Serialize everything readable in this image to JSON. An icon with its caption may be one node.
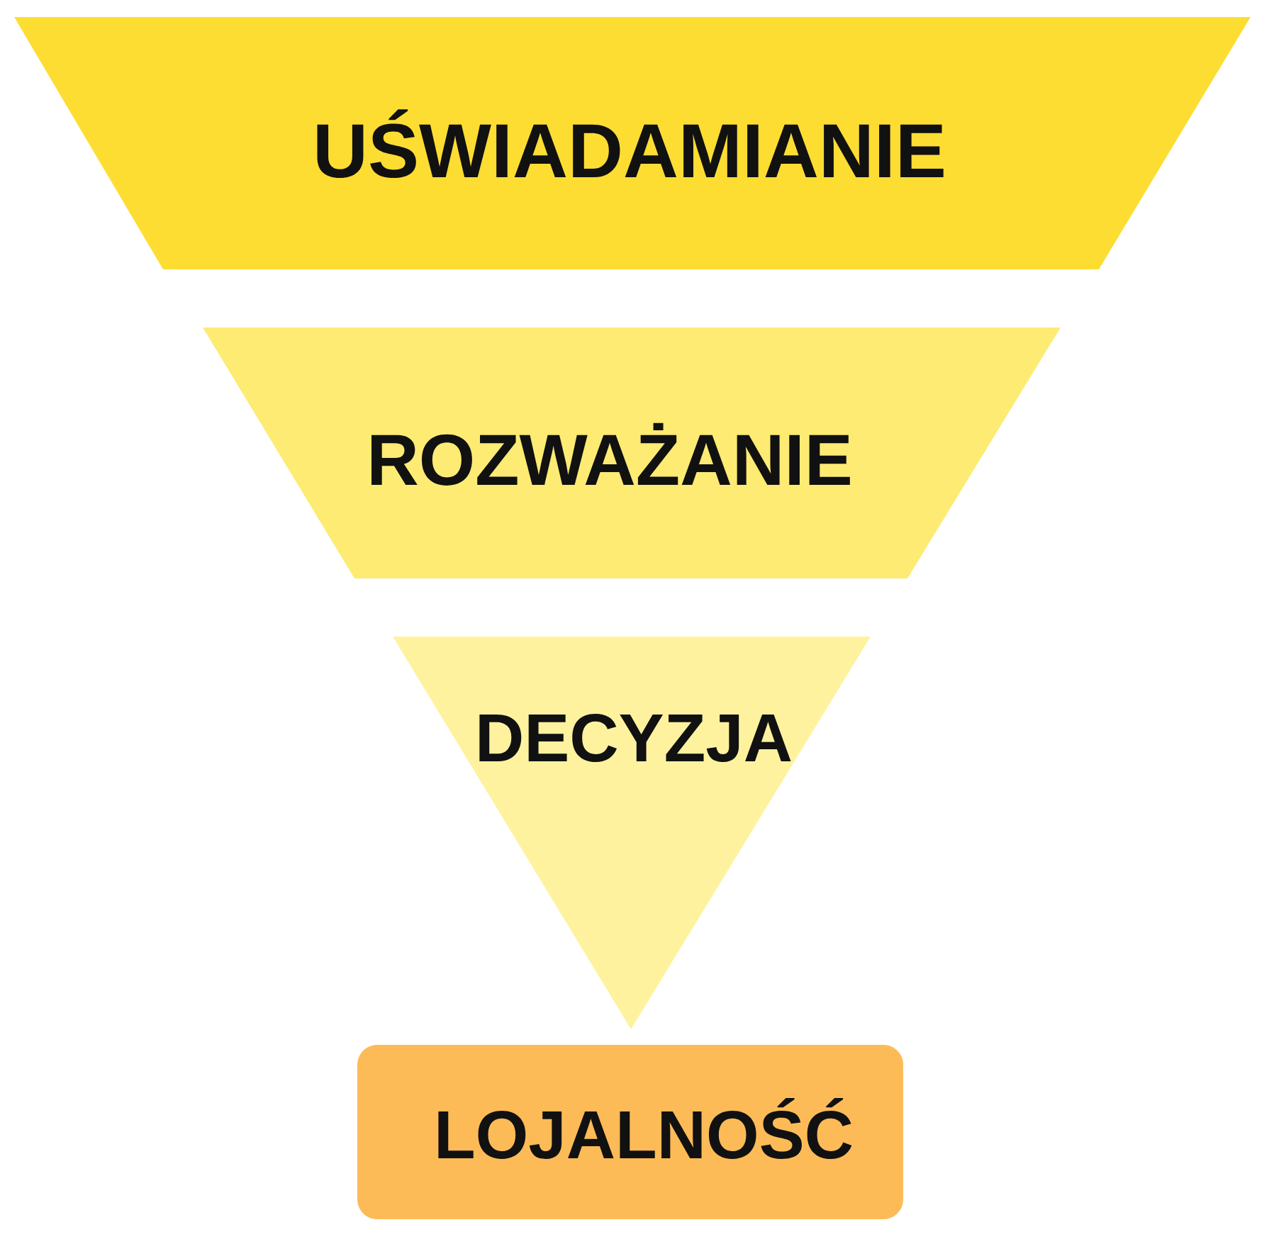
{
  "diagram": {
    "nodes": [
      {
        "text": [
          "UŚWIADAMIANIE"
        ]
      },
      {
        "text": [
          "ROZWAŻANIE"
        ]
      },
      {
        "text": [
          "DECYZJA"
        ]
      },
      {
        "text": [
          "LOJALNOŚĆ"
        ]
      }
    ]
  }
}
